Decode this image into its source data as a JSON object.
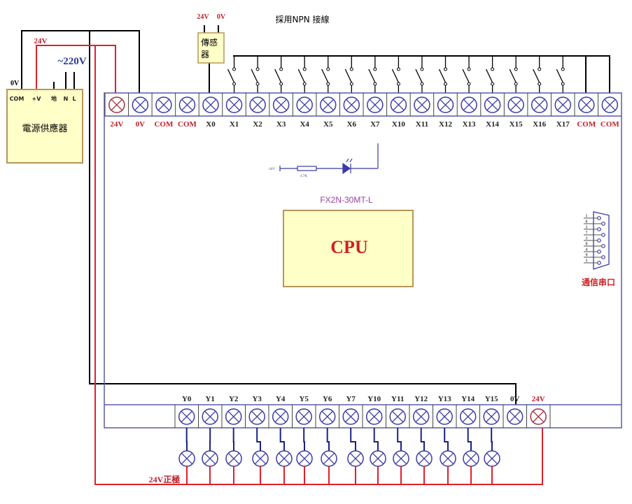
{
  "title": "採用NPN 接線",
  "colors": {
    "terminal": "#3a3aa8",
    "wire_black": "#000000",
    "wire_red": "#e0202c",
    "label_red": "#c0202c",
    "box_fill": "#ffffc8",
    "box_border": "#b8955a",
    "model": "#9b3fa0"
  },
  "power_supply": {
    "label": "電源供應器",
    "terminals": [
      "COM",
      "+V",
      "地",
      "N",
      "L"
    ],
    "zero_v": "0V",
    "v24": "24V",
    "ac": "~220V"
  },
  "sensor": {
    "label_line1": "傳感",
    "label_line2": "器",
    "pins": [
      "24V",
      "0V"
    ]
  },
  "plc": {
    "model": "FX2N-30MT-L",
    "cpu": "CPU",
    "comm_port": "通信串口",
    "inputs": [
      "24V",
      "0V",
      "COM",
      "COM",
      "X0",
      "X1",
      "X2",
      "X3",
      "X4",
      "X5",
      "X6",
      "X7",
      "X10",
      "X11",
      "X12",
      "X13",
      "X14",
      "X15",
      "X16",
      "X17",
      "COM",
      "COM"
    ],
    "outputs": [
      "Y0",
      "Y1",
      "Y2",
      "Y3",
      "Y4",
      "Y5",
      "Y6",
      "Y7",
      "Y10",
      "Y11",
      "Y12",
      "Y13",
      "Y14",
      "Y15",
      "0V",
      "24V"
    ],
    "led_circuit": {
      "source": "-24V",
      "resistor": "4.7K"
    },
    "db9_pins": [
      "1",
      "6",
      "2",
      "7",
      "3",
      "8",
      "4",
      "9",
      "5"
    ]
  },
  "output_bus": "24V正極"
}
